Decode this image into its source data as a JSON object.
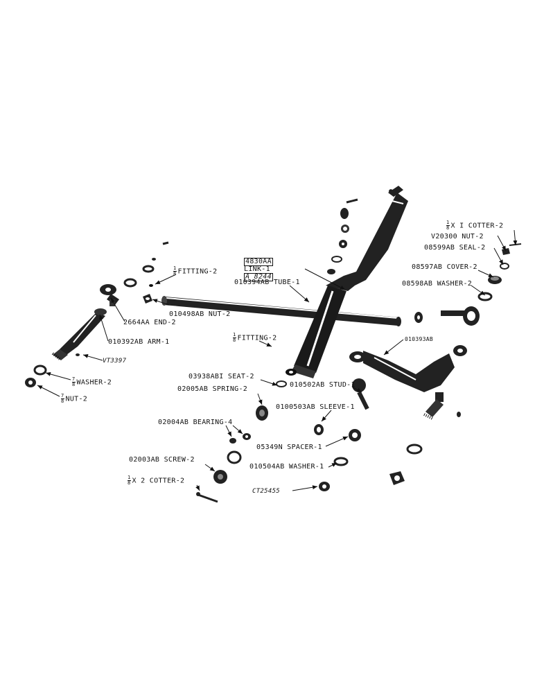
{
  "labels": {
    "cotter_top": {
      "frac_num": "1",
      "frac_den": "8",
      "text": "X I  COTTER-2"
    },
    "nut_v20300": "V20300 NUT-2",
    "seal": "08599AB SEAL-2",
    "cover": "08597AB COVER-2",
    "washer_08598": "08598AB WASHER-2",
    "link_line1": "4830AA",
    "link_line1_suffix": " LINK-1",
    "link_line2": "A 8244",
    "tube": "010394AB TUBE-1",
    "fitting_left": {
      "frac_num": "1",
      "frac_den": "8",
      "text": "FITTING-2"
    },
    "nut_010498": "010498AB NUT-2",
    "end": "2664AA END-2",
    "arm": "010392AB ARM-1",
    "fitting_center": {
      "frac_num": "1",
      "frac_den": "8",
      "text": "FITTING-2"
    },
    "arm_010393": "010393AB",
    "vt": "VT3397",
    "washer_78": {
      "frac_num": "7",
      "frac_den": "8",
      "text": "WASHER-2"
    },
    "nut_78": {
      "frac_num": "7",
      "frac_den": "8",
      "text": "NUT-2"
    },
    "seat": "03938ABI SEAT-2",
    "spring": "02005AB SPRING-2",
    "stud": "010502AB STUD-1",
    "sleeve": "0100503AB SLEEVE-1",
    "bearing": "02004AB BEARING-4",
    "spacer": "05349N SPACER-1",
    "washer_010504": "010504AB WASHER-1",
    "screw": "02003AB SCREW-2",
    "ct": "CT25455",
    "cotter_bottom": {
      "frac_num": "1",
      "frac_den": "8",
      "text": "X 2  COTTER-2"
    }
  }
}
